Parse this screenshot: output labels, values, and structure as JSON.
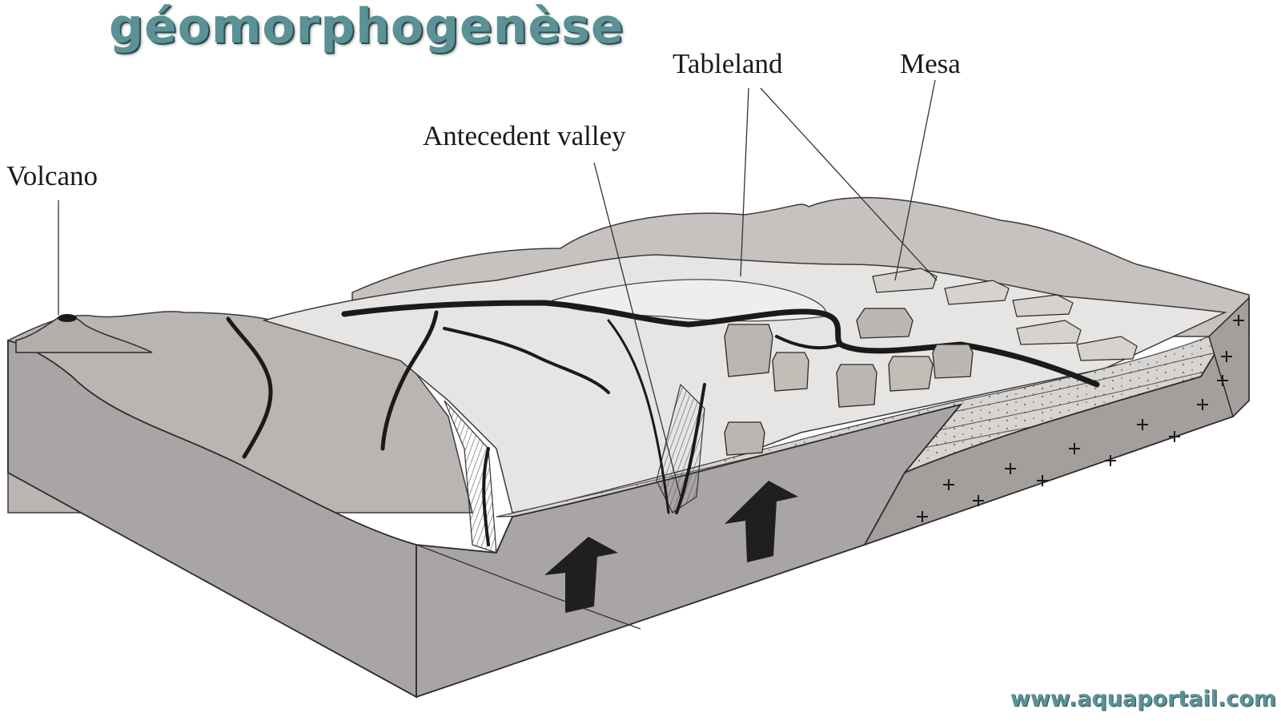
{
  "title": "géomorphogenèse",
  "labels": {
    "volcano": "Volcano",
    "antecedent_valley": "Antecedent valley",
    "tableland": "Tableland",
    "mesa": "Mesa"
  },
  "watermark": "www.aquaportail.com",
  "colors": {
    "title": "#5a9296",
    "surface": "#e6e5e3",
    "slope": "#bdb8b5",
    "front_face": "#a9a5a4",
    "basement": "#a49e9d",
    "river": "#1a1a1a",
    "arrow": "#1f1f1f"
  },
  "icons": [
    "uplift-arrow-icon",
    "volcano-crater-icon"
  ]
}
